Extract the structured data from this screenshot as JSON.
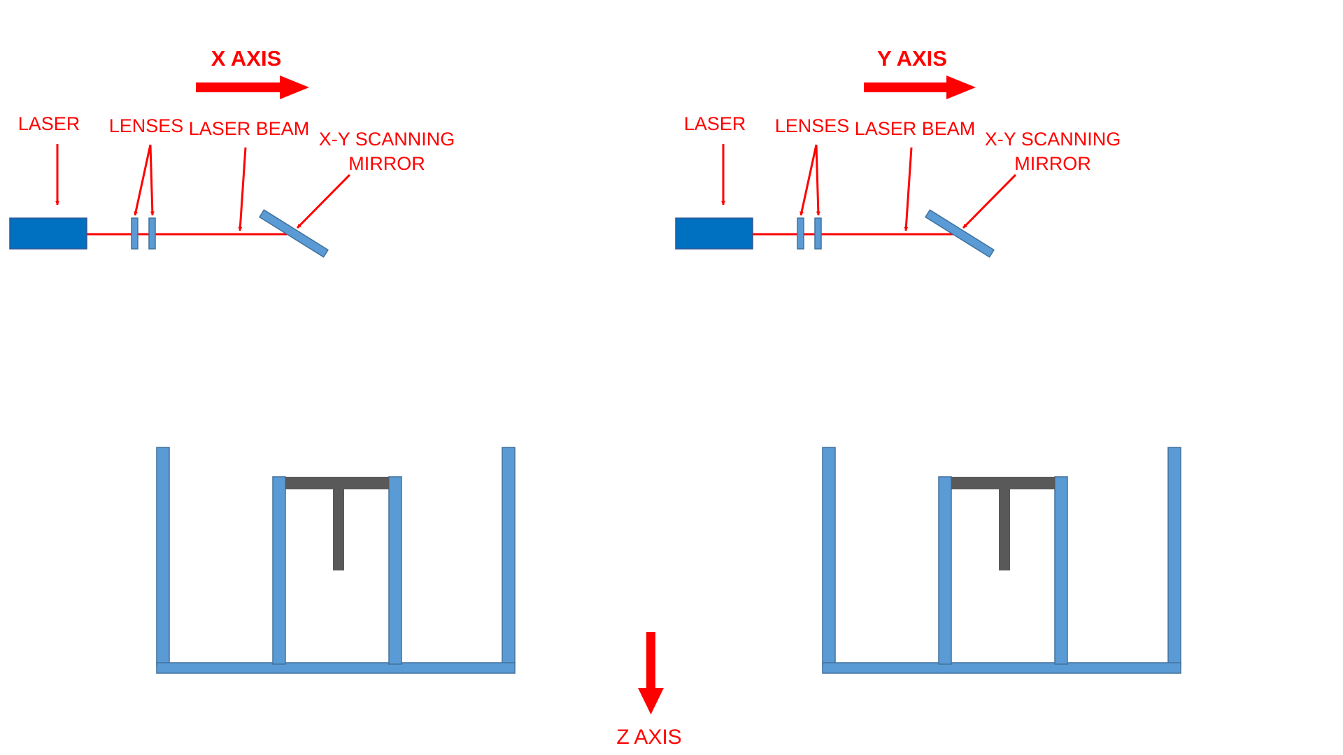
{
  "colors": {
    "label": "#ff0000",
    "beam": "#ff0000",
    "laser_body": "#0070c0",
    "component": "#5b9bd5",
    "component_outline": "#41719c",
    "platform": "#595959",
    "background": "#ffffff"
  },
  "panels": [
    {
      "axis_label": "X AXIS",
      "laser_label": "LASER",
      "lenses_label": "LENSES",
      "beam_label": "LASER BEAM",
      "mirror_label_line1": "X-Y SCANNING",
      "mirror_label_line2": "MIRROR"
    },
    {
      "axis_label": "Y AXIS",
      "laser_label": "LASER",
      "lenses_label": "LENSES",
      "beam_label": "LASER BEAM",
      "mirror_label_line1": "X-Y SCANNING",
      "mirror_label_line2": "MIRROR"
    }
  ],
  "z_axis_label": "Z AXIS",
  "icons": {
    "axis_arrow": "right-arrow",
    "z_arrow": "down-arrow",
    "pointer": "pointer-arrow"
  }
}
